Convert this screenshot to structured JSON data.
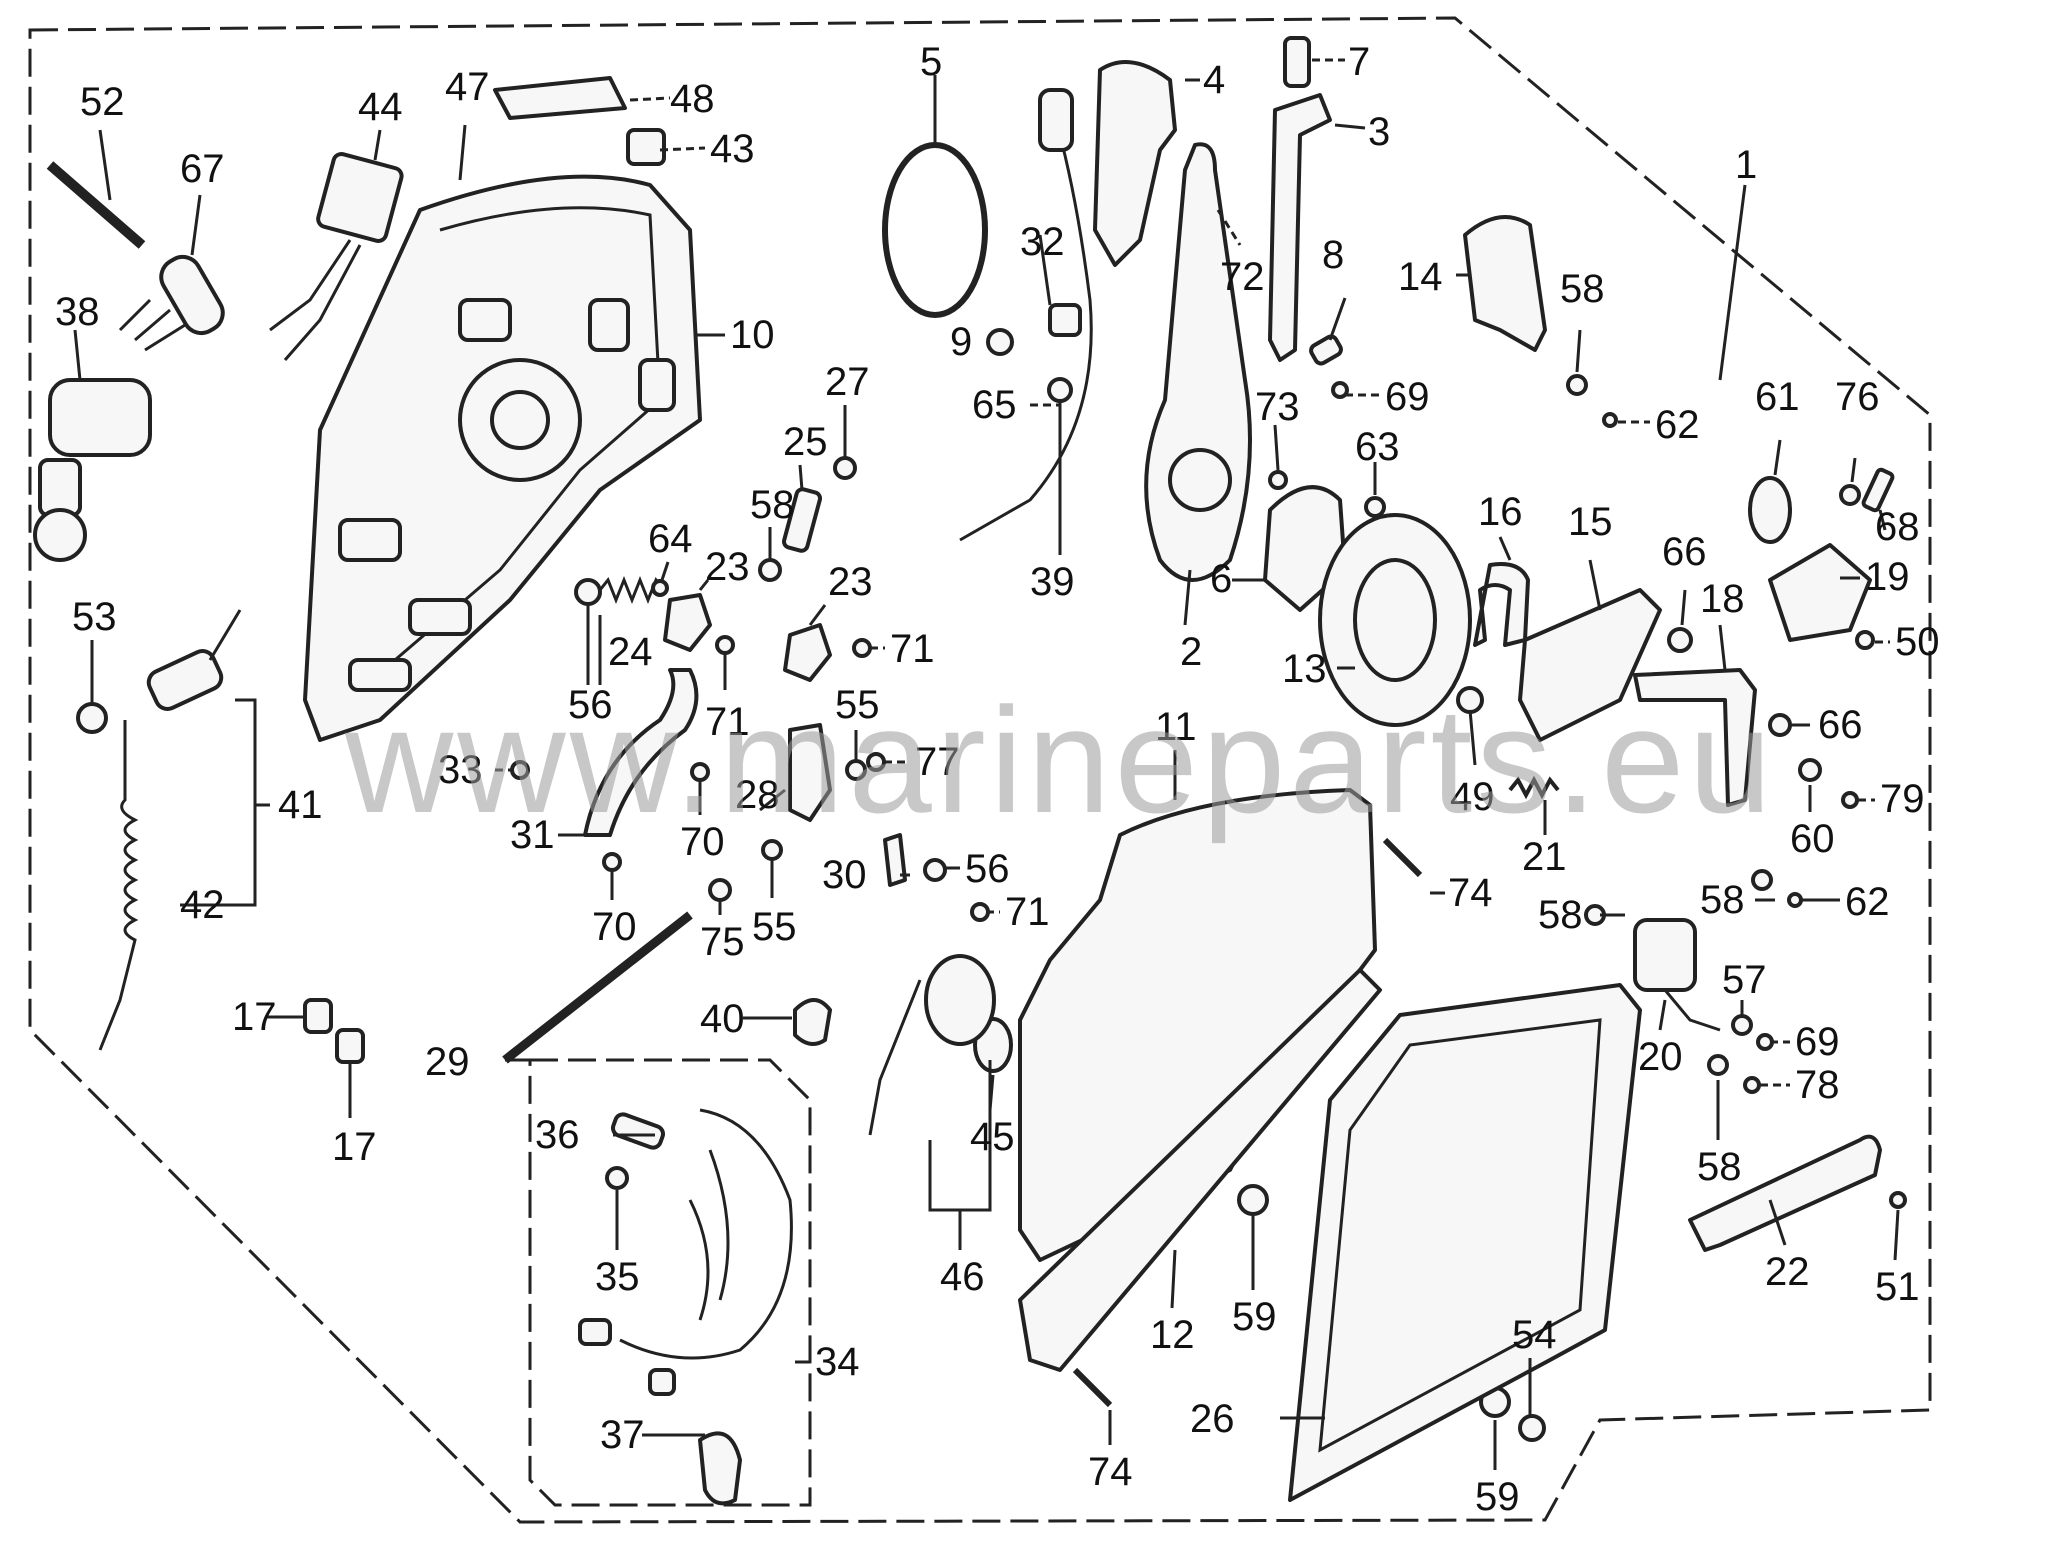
{
  "watermark": "www.marineparts.eu",
  "callouts": {
    "c1": "1",
    "c2": "2",
    "c3": "3",
    "c4": "4",
    "c5": "5",
    "c6": "6",
    "c7": "7",
    "c8": "8",
    "c9": "9",
    "c10": "10",
    "c11": "11",
    "c12": "12",
    "c13": "13",
    "c14": "14",
    "c15": "15",
    "c16": "16",
    "c17": "17",
    "c18": "18",
    "c19": "19",
    "c20": "20",
    "c21": "21",
    "c22": "22",
    "c23": "23",
    "c24": "24",
    "c25": "25",
    "c26": "26",
    "c27": "27",
    "c28": "28",
    "c29": "29",
    "c30": "30",
    "c31": "31",
    "c32": "32",
    "c33": "33",
    "c34": "34",
    "c35": "35",
    "c36": "36",
    "c37": "37",
    "c38": "38",
    "c39": "39",
    "c40": "40",
    "c41": "41",
    "c42": "42",
    "c43": "43",
    "c44": "44",
    "c45": "45",
    "c46": "46",
    "c47": "47",
    "c48": "48",
    "c49": "49",
    "c50": "50",
    "c51": "51",
    "c52": "52",
    "c53": "53",
    "c54": "54",
    "c55": "55",
    "c56": "56",
    "c57": "57",
    "c58": "58",
    "c59": "59",
    "c60": "60",
    "c61": "61",
    "c62": "62",
    "c63": "63",
    "c64": "64",
    "c65": "65",
    "c66": "66",
    "c67": "67",
    "c68": "68",
    "c69": "69",
    "c70": "70",
    "c71": "71",
    "c72": "72",
    "c73": "73",
    "c74": "74",
    "c75": "75",
    "c76": "76",
    "c77": "77",
    "c78": "78",
    "c79": "79"
  }
}
